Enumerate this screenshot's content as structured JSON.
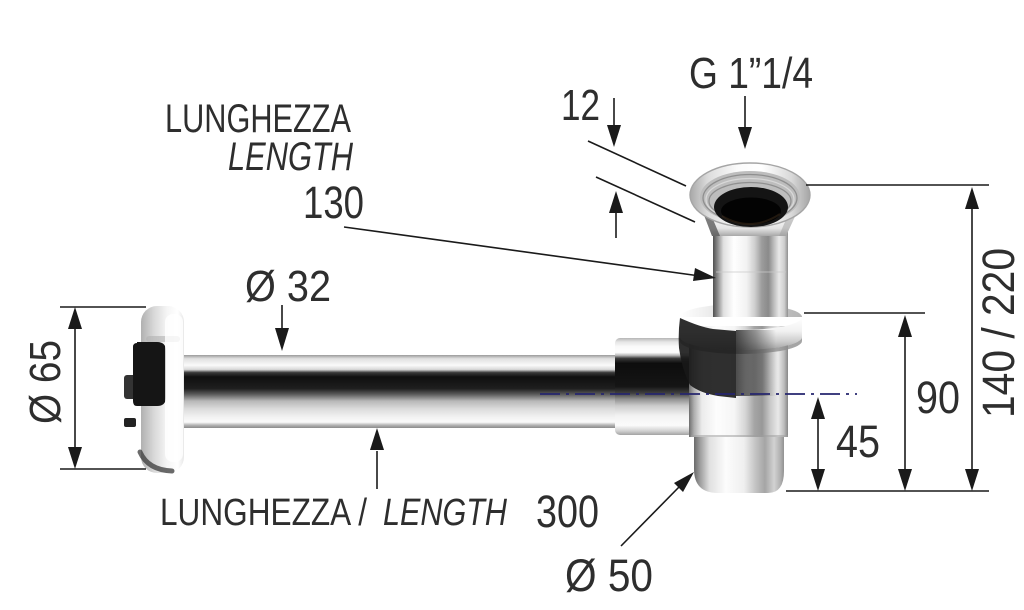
{
  "diagram": {
    "title_semantic": "bottle-trap technical drawing",
    "labels": {
      "length_it_top": "LUNGHEZZA",
      "length_en_top": "LENGTH",
      "dim_130": "130",
      "thread_size": "G 1”1/4",
      "dim_12": "12",
      "dia_32": "Ø 32",
      "dia_65": "Ø 65",
      "length_it_bottom": "LUNGHEZZA /",
      "length_en_bottom": "LENGTH",
      "dim_300": "300",
      "dia_50": "Ø 50",
      "dim_45": "45",
      "dim_90": "90",
      "dim_140_220": "140 / 220"
    },
    "colors": {
      "line": "#1a1a1a",
      "text": "#2e2e2e",
      "centerline": "#26266e",
      "background": "#ffffff"
    }
  }
}
